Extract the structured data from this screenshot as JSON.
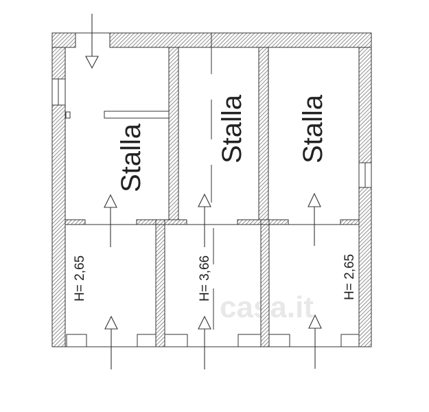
{
  "rooms": [
    {
      "name": "Stalla",
      "height_label": "H= 2,65"
    },
    {
      "name": "Stalla",
      "height_label": "H= 3,66"
    },
    {
      "name": "Stalla",
      "height_label": "H= 2,65"
    }
  ],
  "watermark": "casa.it",
  "colors": {
    "line": "#333333",
    "hatch": "#555555"
  }
}
